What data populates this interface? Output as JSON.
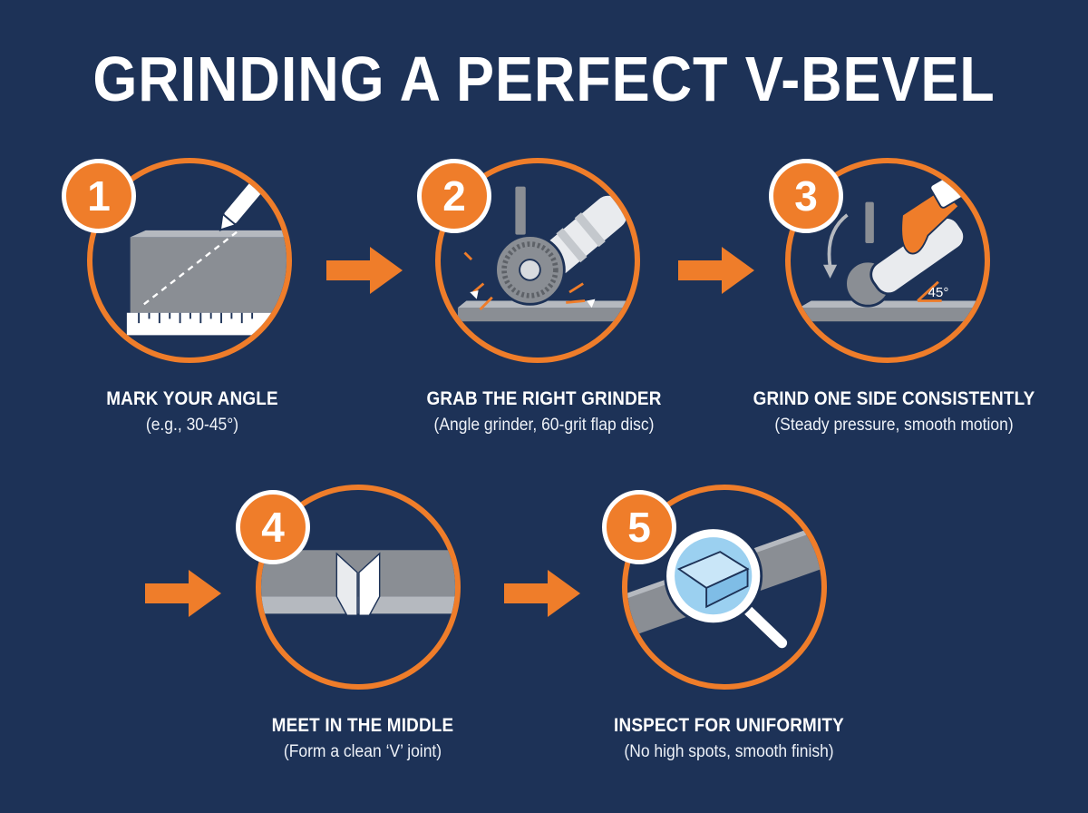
{
  "title": "GRINDING A PERFECT V-BEVEL",
  "colors": {
    "background": "#1d3257",
    "accent": "#ef7d2a",
    "metal": "#8a8e94",
    "white": "#ffffff"
  },
  "steps": [
    {
      "number": "1",
      "title": "MARK YOUR ANGLE",
      "subtitle": "(e.g., 30-45°)",
      "icon": "marking-pen-ruler-icon"
    },
    {
      "number": "2",
      "title": "GRAB THE RIGHT GRINDER",
      "subtitle": "(Angle grinder, 60-grit flap disc)",
      "icon": "angle-grinder-icon"
    },
    {
      "number": "3",
      "title": "GRIND ONE SIDE CONSISTENTLY",
      "subtitle": "(Steady pressure, smooth motion)",
      "icon": "hand-grinding-icon",
      "angle_label": "45°"
    },
    {
      "number": "4",
      "title": "MEET IN THE MIDDLE",
      "subtitle": "(Form a clean ‘V’ joint)",
      "icon": "v-joint-icon"
    },
    {
      "number": "5",
      "title": "INSPECT FOR UNIFORMITY",
      "subtitle": "(No high spots, smooth finish)",
      "icon": "magnifying-glass-icon"
    }
  ]
}
